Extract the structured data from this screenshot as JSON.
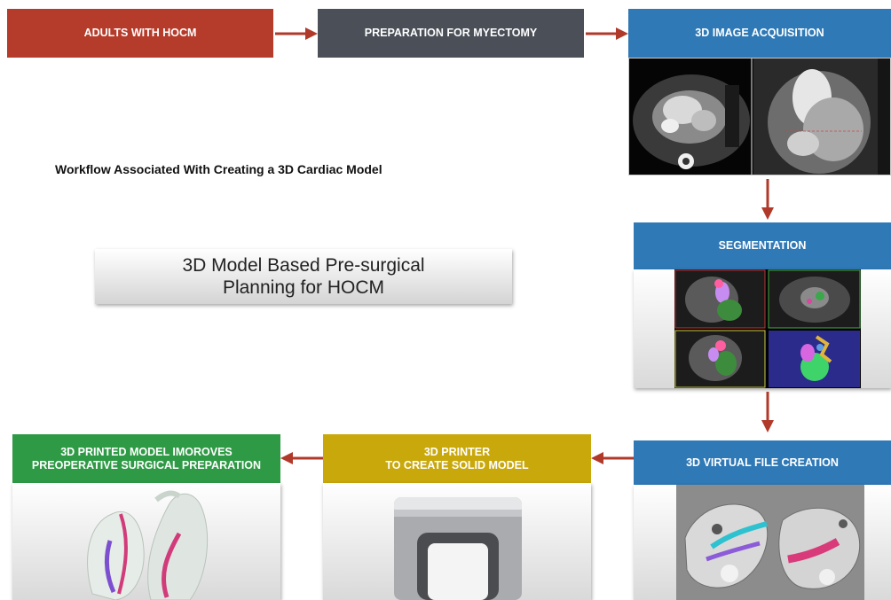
{
  "steps": {
    "adults": "ADULTS WITH HOCM",
    "preparation": "PREPARATION FOR MYECTOMY",
    "acquisition": "3D IMAGE ACQUISITION",
    "segmentation": "SEGMENTATION",
    "virtual_file": "3D VIRTUAL FILE CREATION",
    "printer": "3D PRINTER\nTO CREATE SOLID MODEL",
    "printed_model": "3D PRINTED MODEL IMOROVES\nPREOPERATIVE SURGICAL PREPARATION"
  },
  "workflow_title": "Workflow Associated With Creating a 3D Cardiac Model",
  "center_box": "3D Model Based Pre-surgical\nPlanning for HOCM",
  "colors": {
    "red": "#b53b2a",
    "dark": "#4a4f58",
    "blue": "#2f79b6",
    "gold": "#c9a80c",
    "green": "#2e9a45",
    "arrow": "#b0392a"
  }
}
